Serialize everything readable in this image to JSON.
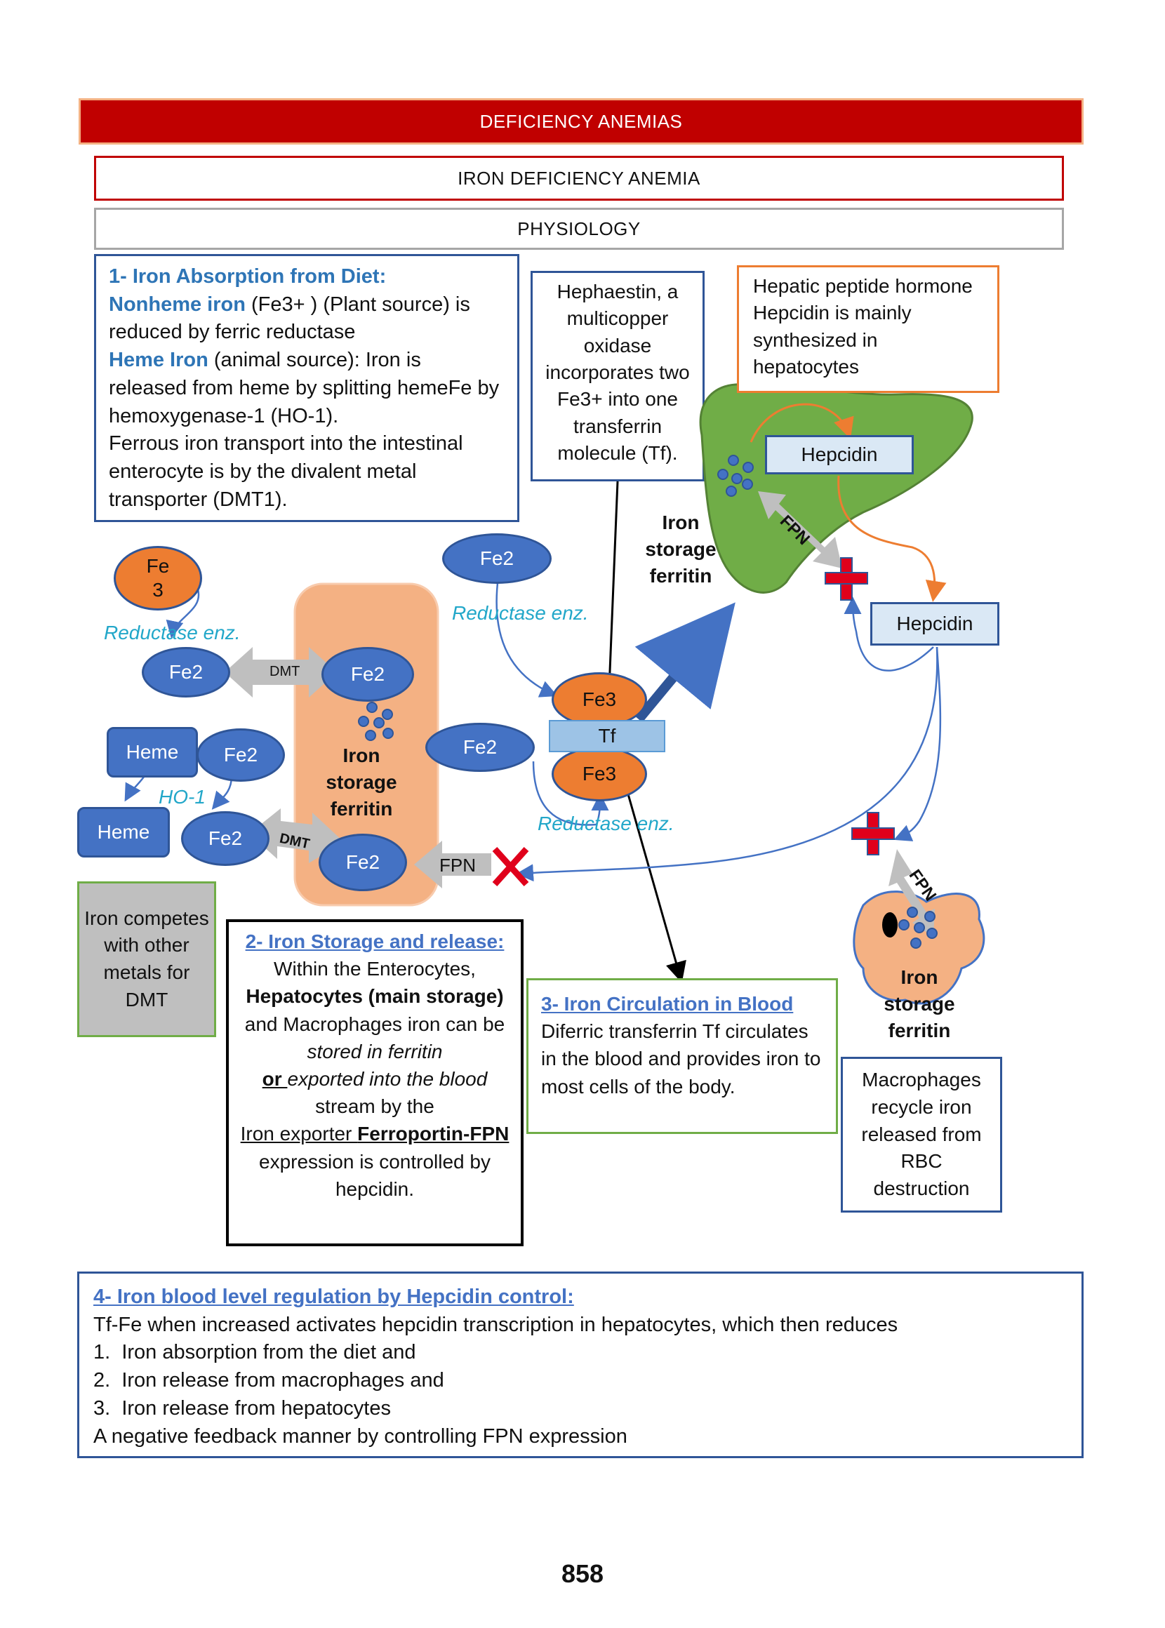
{
  "header": {
    "main_title": "DEFICIENCY ANEMIAS",
    "subtitle": "IRON DEFICIENCY ANEMIA",
    "section": "PHYSIOLOGY"
  },
  "box1": {
    "title": "1- Iron Absorption from Diet:",
    "nonheme_label": "Nonheme iron",
    "nonheme_text": " (Fe3+ ) (Plant source) is reduced by ferric reductase",
    "heme_label": "Heme Iron",
    "heme_text": " (animal source): Iron is released from heme by splitting hemeFe by hemoxygenase-1 (HO-1).",
    "ferrous_text": "Ferrous iron transport into the intestinal enterocyte is by the divalent metal transporter (DMT1)."
  },
  "hephaestin_box": {
    "text": "Hephaestin, a multicopper oxidase incorporates two Fe3+ into one transferrin molecule (Tf)."
  },
  "hepatic_box": {
    "text": "Hepatic peptide hormone Hepcidin is mainly synthesized in hepatocytes"
  },
  "diagram": {
    "fe3": "Fe\n3",
    "fe2": "Fe2",
    "fe3_tf": "Fe3",
    "dmt": "DMT",
    "heme": "Heme",
    "ho1": "HO-1",
    "reductase": "Reductase enz.",
    "iron_storage": "Iron\nstorage\nferritin",
    "fpn": "FPN",
    "tf": "Tf",
    "hepcidin": "Hepcidin"
  },
  "compete_box": {
    "text": "Iron competes with other metals for DMT"
  },
  "box2": {
    "title": "2- Iron Storage and release:",
    "l1": "Within the Enterocytes, ",
    "l2_bold": "Hepatocytes (main storage)",
    "l3": " and Macrophages iron can be ",
    "l4_italic": "stored in ferritin",
    "l5_or": "or ",
    "l6_italic": "exported into the blood",
    "l7": " stream by the ",
    "l8": "Iron exporter ",
    "l9_bold": "Ferroportin-FPN",
    "l10": " expression is controlled by hepcidin."
  },
  "box3": {
    "title": "3- Iron Circulation in Blood",
    "text": "Diferric transferrin Tf circulates in the blood and provides iron to most cells of the body."
  },
  "macrophage_box": {
    "text": "Macrophages recycle iron released from RBC destruction"
  },
  "box4": {
    "title": "4- Iron blood level regulation by Hepcidin control:",
    "intro": "Tf-Fe when increased activates hepcidin transcription in hepatocytes, which then reduces",
    "items": [
      "Iron absorption from the diet and",
      "Iron release from macrophages and",
      "Iron release from hepatocytes"
    ],
    "outro": "A negative feedback manner by controlling FPN expression"
  },
  "page_number": "858"
}
